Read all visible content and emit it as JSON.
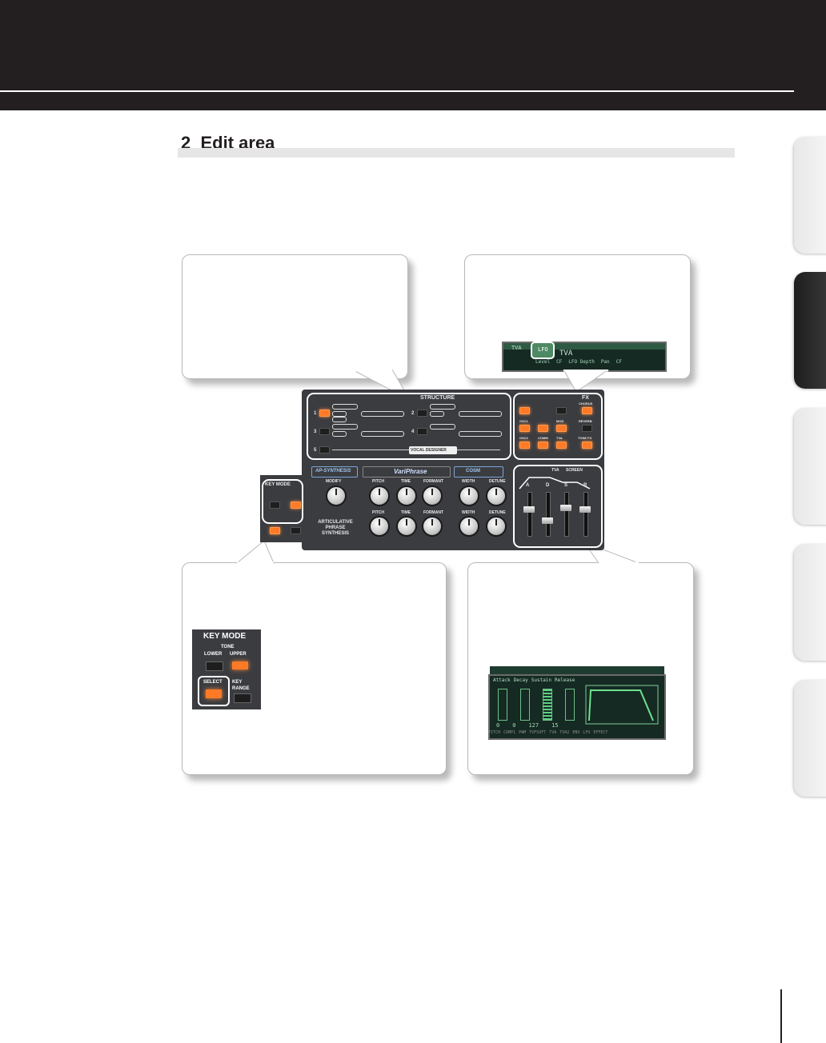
{
  "section": {
    "number": "2",
    "title": "Edit area"
  },
  "colors": {
    "header_bg": "#231f20",
    "heading_bar": "#e6e6e6",
    "panel_bg": "#3b3c40",
    "led_on": "#ff7a26",
    "lcd_bg": "#152a23"
  },
  "panel": {
    "structure_title": "STRUCTURE",
    "fx_title": "FX",
    "key_mode": {
      "title": "KEY MODE",
      "tone": "TONE",
      "lower": "LOWER",
      "upper": "UPPER",
      "select": "SELECT",
      "key_range": "KEY RANGE"
    },
    "fx_buttons": [
      "CHORUS",
      "REVERB",
      "TONE FX"
    ],
    "vocal_designer": "VOCAL DESIGNER",
    "synth_buttons": [
      "OSC1",
      "OSC2",
      "MOD",
      "COMM",
      "TVA"
    ],
    "logos": [
      "AP-SYNTHESIS",
      "VariPhrase",
      "COSM"
    ],
    "aps_text": "ARTICULATIVE PHRASE SYNTHESIS",
    "knob_labels_top": [
      "MODIFY",
      "PITCH",
      "TIME",
      "FORMANT",
      "WIDTH",
      "DETUNE"
    ],
    "knob_labels_bottom": [
      "PITCH",
      "TIME",
      "FORMANT",
      "WIDTH",
      "DETUNE"
    ],
    "tvf_label": "TVA",
    "screen_label": "SCREEN",
    "env_labels": [
      "A",
      "D",
      "S",
      "R"
    ]
  },
  "lcd_top": {
    "tab1": "TVA",
    "tab2": "LFO",
    "title": "TVA",
    "row": [
      "Level",
      "CF",
      "LFO Depth",
      "Pan",
      "CF"
    ]
  },
  "lcd_bottom": {
    "headers": [
      "Attack",
      "Decay",
      "Sustain",
      "Release"
    ],
    "values": [
      "0",
      "0",
      "127",
      "15"
    ],
    "footer": [
      "PITCH",
      "COMP1",
      "PWM",
      "TVFSOFT",
      "TVA",
      "TVA2",
      "ENV",
      "LFO",
      "EFFECT"
    ]
  }
}
